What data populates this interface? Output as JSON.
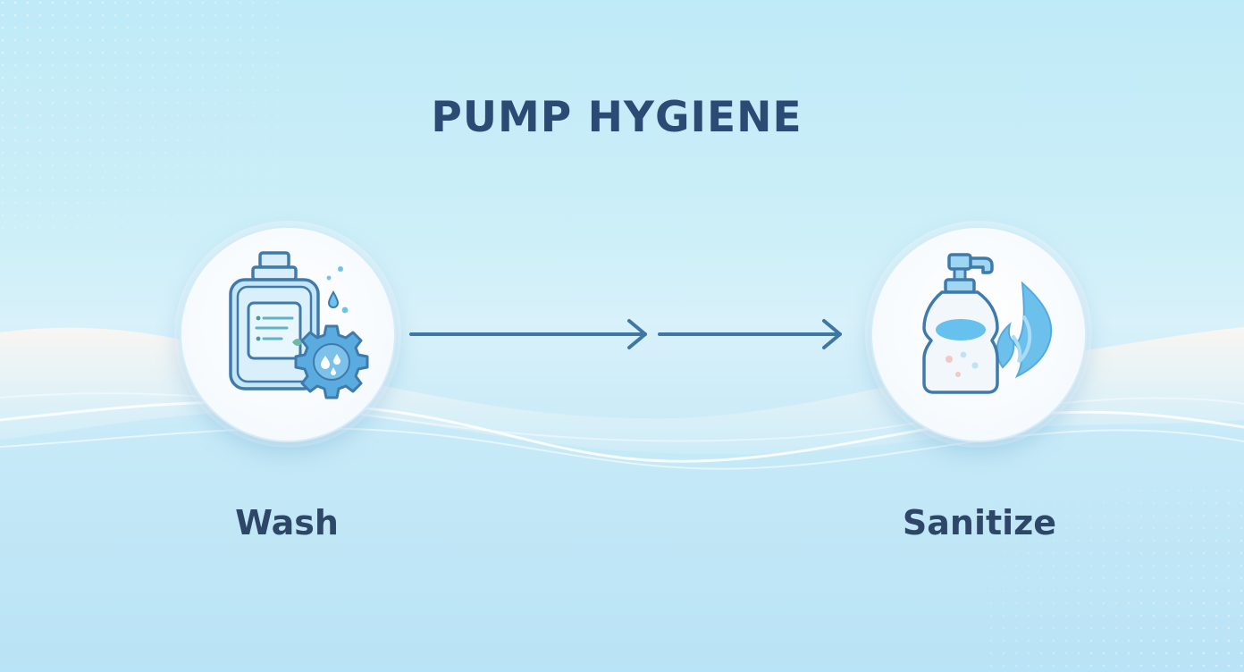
{
  "diagram": {
    "title": "PUMP HYGIENE",
    "steps": [
      {
        "label": "Wash",
        "icon": "soap-bottle-with-gear-icon"
      },
      {
        "label": "Sanitize",
        "icon": "pump-bottle-with-flame-icon"
      }
    ],
    "connectors": [
      "arrow-right-icon",
      "arrow-right-icon"
    ]
  },
  "colors": {
    "title": "#2b4b74",
    "labels": "#2e4769",
    "arrows": "#3e77a3",
    "icon_stroke": "#3f7aab",
    "icon_fill": "#bfe4f5",
    "background": "#c9ecf8"
  }
}
